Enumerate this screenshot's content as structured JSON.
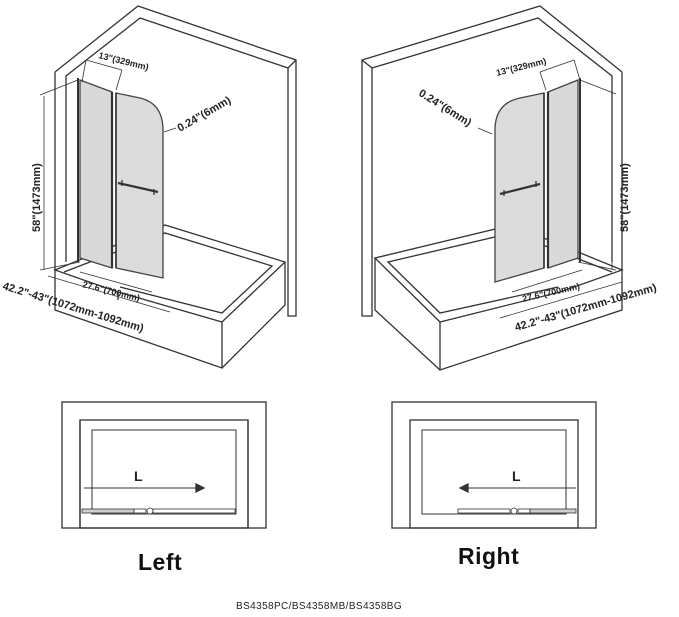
{
  "left_view": {
    "dim_panel_top": "13\"(329mm)",
    "dim_glass": "0.24\"(6mm)",
    "dim_height": "58\"(1473mm)",
    "dim_width_bottom": "27.6\"(700mm)",
    "dim_install_range": "42.2\"-43\"(1072mm-1092mm)",
    "plan_letter": "L",
    "caption": "Left"
  },
  "right_view": {
    "dim_panel_top": "13\"(329mm)",
    "dim_glass": "0.24\"(6mm)",
    "dim_height": "58\"(1473mm)",
    "dim_width_bottom": "27.6\"(700mm)",
    "dim_install_range": "42.2\"-43\"(1072mm-1092mm)",
    "plan_letter": "L",
    "caption": "Right"
  },
  "model_numbers": "BS4358PC/BS4358MB/BS4358BG",
  "colors": {
    "line": "#333333",
    "glass": "#d9d9d9",
    "background": "#ffffff"
  }
}
